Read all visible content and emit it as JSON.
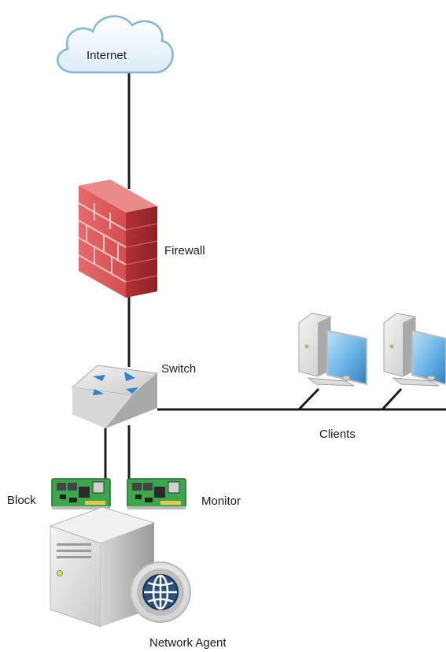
{
  "labels": {
    "internet": "Internet",
    "firewall": "Firewall",
    "switch": "Switch",
    "clients": "Clients",
    "block": "Block",
    "monitor": "Monitor",
    "network_agent": "Network Agent"
  },
  "colors": {
    "cloud_stroke": "#7fb6dc",
    "brick": "#d9474a",
    "nic_green": "#3aa84a",
    "switch_arrow": "#2f84c8",
    "monitor_screen": "#6fb7e8",
    "line": "#1c1c1c"
  }
}
